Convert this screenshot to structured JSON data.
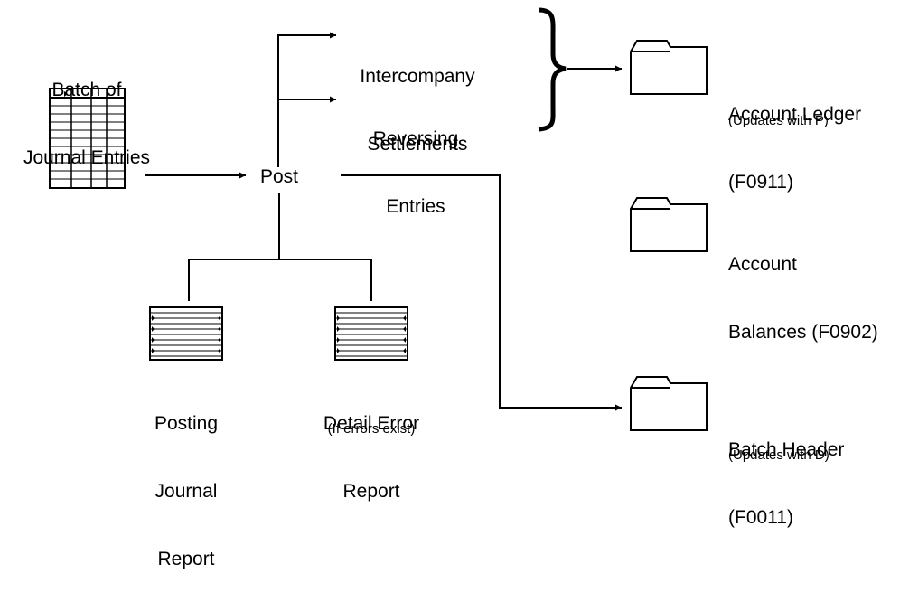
{
  "batch": {
    "line1": "Batch of",
    "line2": "Journal Entries"
  },
  "post": {
    "label": "Post"
  },
  "intercompany": {
    "line1": "Intercompany",
    "line2": "Settlements"
  },
  "reversing": {
    "line1": "Reversing",
    "line2": "Entries"
  },
  "account_ledger": {
    "line1": "Account Ledger",
    "line2": "(F0911)",
    "note": "(Updates with P)"
  },
  "account_balances": {
    "line1": "Account",
    "line2": "Balances (F0902)"
  },
  "batch_header": {
    "line1": "Batch Header",
    "line2": "(F0011)",
    "note": "(Updates with D)"
  },
  "posting_report": {
    "line1": "Posting",
    "line2": "Journal",
    "line3": "Report"
  },
  "error_report": {
    "line1": "Detail Error",
    "line2": "Report",
    "note": "(If errors exist)"
  }
}
